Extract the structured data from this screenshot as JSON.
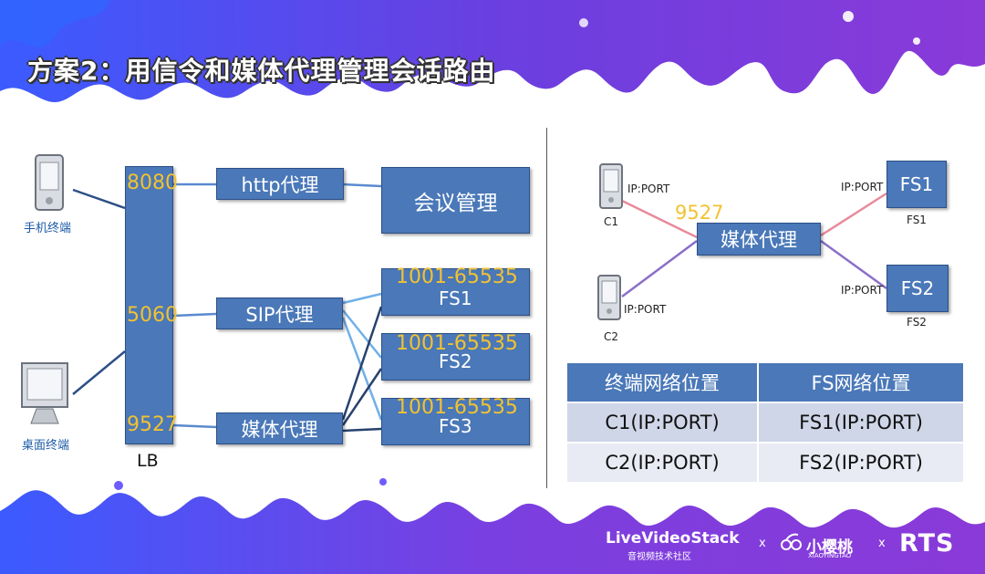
{
  "title": "方案2：用信令和媒体代理管理会话路由",
  "left": {
    "devices": [
      {
        "label": "手机终端",
        "icon": "mobile-phone-icon"
      },
      {
        "label": "桌面终端",
        "icon": "monitor-icon"
      }
    ],
    "lb_label": "LB",
    "ports": [
      "8080",
      "5060",
      "9527"
    ],
    "proxies": [
      "http代理",
      "SIP代理",
      "媒体代理"
    ],
    "meeting": "会议管理",
    "fs": [
      {
        "name": "FS1",
        "range": "1001-65535"
      },
      {
        "name": "FS2",
        "range": "1001-65535"
      },
      {
        "name": "FS3",
        "range": "1001-65535"
      }
    ]
  },
  "right": {
    "clients": [
      {
        "name": "C1",
        "ip": "IP:PORT"
      },
      {
        "name": "C2",
        "ip": "IP:PORT"
      }
    ],
    "media_port": "9527",
    "media_proxy": "媒体代理",
    "servers": [
      {
        "box": "FS1",
        "caption": "FS1",
        "ip": "IP:PORT"
      },
      {
        "box": "FS2",
        "caption": "FS2",
        "ip": "IP:PORT"
      }
    ],
    "table": {
      "headers": [
        "终端网络位置",
        "FS网络位置"
      ],
      "rows": [
        [
          "C1(IP:PORT)",
          "FS1(IP:PORT)"
        ],
        [
          "C2(IP:PORT)",
          "FS2(IP:PORT)"
        ]
      ]
    }
  },
  "footer": {
    "brand1": "LiveVideoStack",
    "brand1_sub": "音视频技术社区",
    "sep1": "x",
    "brand2": "小樱桃",
    "brand2_sub": "XIAOYINGTAO",
    "sep2": "x",
    "brand3": "RTS"
  },
  "colors": {
    "box": "#4a78b8",
    "port": "#f2c230",
    "wave_top": "#5b3fe0",
    "wave_bottom": "#7a2fd8"
  }
}
